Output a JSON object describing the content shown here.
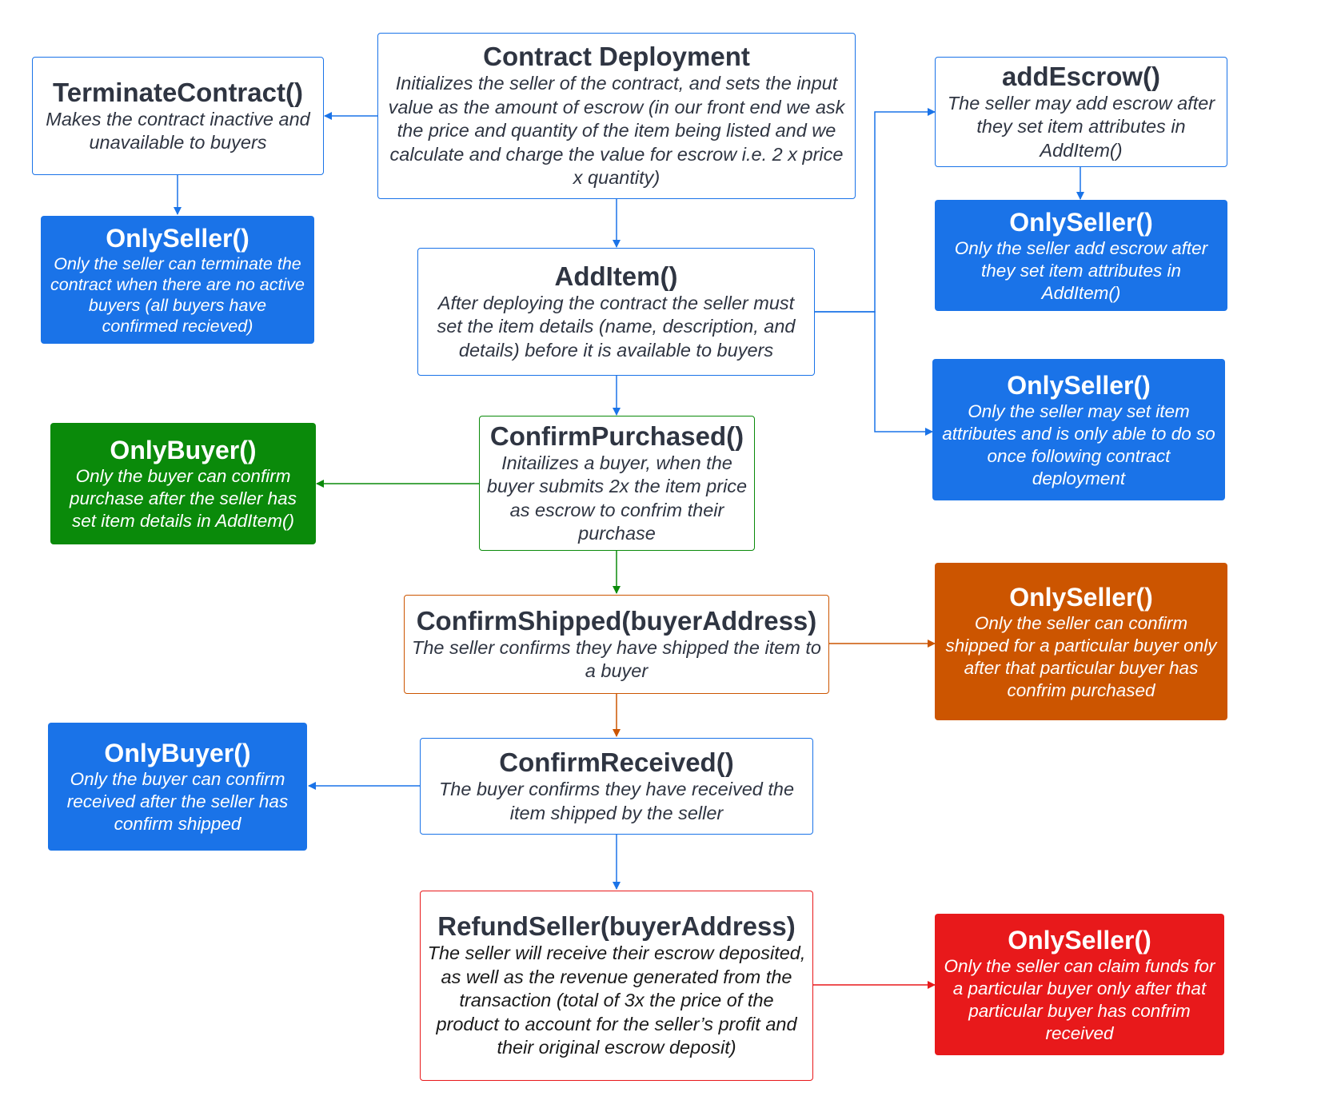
{
  "colors": {
    "blue": "#1a73e8",
    "green": "#0a8a0a",
    "orange": "#cc5500",
    "red": "#e8191b",
    "dark_text": "#2f3542",
    "refund_text": "#1a1a1a"
  },
  "nodes": {
    "contract_deployment": {
      "title": "Contract Deployment",
      "desc": "Initializes the seller of the contract, and sets the input value as the amount of escrow (in our front end we ask the price and quantity of the item being listed and we calculate and charge the value for escrow i.e. 2 x price x quantity)"
    },
    "terminate_contract": {
      "title": "TerminateContract()",
      "desc": "Makes the contract inactive and unavailable to buyers"
    },
    "terminate_only_seller": {
      "title": "OnlySeller()",
      "desc": "Only the seller can terminate the contract when there are no active buyers (all buyers have confirmed recieved)"
    },
    "add_escrow": {
      "title": "addEscrow()",
      "desc": "The seller may add escrow after they set item attributes in AddItem()"
    },
    "escrow_only_seller": {
      "title": "OnlySeller()",
      "desc": "Only the seller add escrow after they set item attributes in AddItem()"
    },
    "add_item": {
      "title": "AddItem()",
      "desc": "After deploying the contract the seller must set the item details (name, description, and details) before it is available to buyers"
    },
    "add_item_only_seller": {
      "title": "OnlySeller()",
      "desc": "Only the seller may set item attributes and is only able to do so once following contract deployment"
    },
    "confirm_purchased": {
      "title": "ConfirmPurchased()",
      "desc": "Initailizes a buyer, when the buyer submits 2x the item price as escrow to confrim their purchase"
    },
    "purchase_only_buyer": {
      "title": "OnlyBuyer()",
      "desc": "Only the buyer can confirm purchase after the seller has set item details in AddItem()"
    },
    "confirm_shipped": {
      "title": "ConfirmShipped(buyerAddress)",
      "desc": "The seller confirms they have shipped the item to a buyer"
    },
    "shipped_only_seller": {
      "title": "OnlySeller()",
      "desc": "Only the seller can confirm shipped for a particular buyer only after that particular buyer has confrim purchased"
    },
    "confirm_received": {
      "title": "ConfirmReceived()",
      "desc": "The buyer confirms they have received the item shipped by the seller"
    },
    "received_only_buyer": {
      "title": "OnlyBuyer()",
      "desc": "Only the buyer can confirm received after the seller has confirm shipped"
    },
    "refund_seller": {
      "title": "RefundSeller(buyerAddress)",
      "desc": "The seller will receive their escrow deposited, as well as the revenue generated from the transaction (total of 3x the price of the product to account for the seller’s profit and their original escrow deposit)"
    },
    "refund_only_seller": {
      "title": "OnlySeller()",
      "desc": "Only the seller can claim funds for a particular buyer only after that particular buyer has confrim received"
    }
  }
}
